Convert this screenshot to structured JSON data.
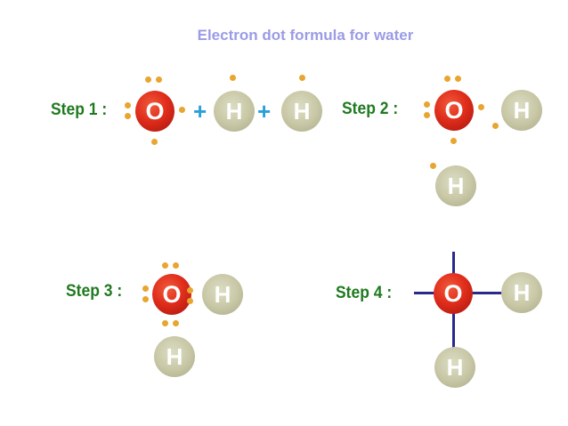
{
  "title": "Electron dot formula for water",
  "steps": [
    {
      "label": "Step 1 :"
    },
    {
      "label": "Step 2 :"
    },
    {
      "label": "Step 3 :"
    },
    {
      "label": "Step 4 :"
    }
  ],
  "atoms": {
    "oxygen": "O",
    "hydrogen": "H"
  },
  "plus_sign": "+",
  "colors": {
    "title": "#9b9be6",
    "step_label": "#1f7a1f",
    "oxygen": "#e02d1c",
    "hydrogen": "#c9c9a8",
    "electron": "#e8a530",
    "plus": "#2a9fd8",
    "bond": "#2a2a8a"
  }
}
